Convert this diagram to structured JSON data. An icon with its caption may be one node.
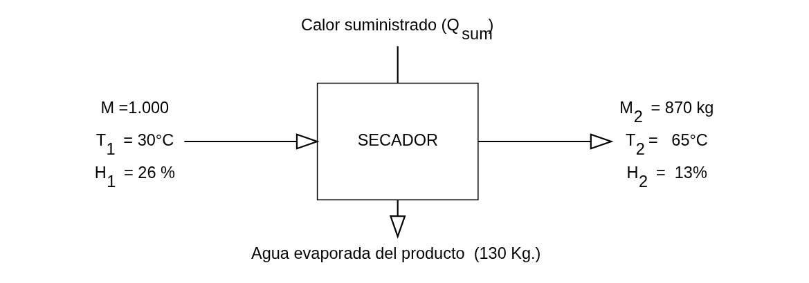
{
  "diagram": {
    "nodes": [
      {
        "text": [
          "M =1.000",
          "T$_{1}$  = 30°C",
          "H$_{1}$  = 26 %"
        ]
      },
      {
        "text": [
          "SECADOR"
        ]
      },
      {
        "text": [
          "M$_{2}$  = 870 kg",
          "T$_{2}$ =   65°C",
          "H$_{2}$  =  13%"
        ]
      },
      {
        "text": [
          "Agua evaporada del producto  (130 Kg.)"
        ]
      },
      {
        "text": [
          "Calor suministrado (Q$_{sum}$)"
        ]
      }
    ],
    "edges": [
      {
        "from": 0,
        "to": 1,
        "arrow": "to"
      },
      {
        "from": 1,
        "to": 2,
        "arrow": "to"
      },
      {
        "from": 1,
        "to": 3,
        "arrow": "to"
      },
      {
        "from": 4,
        "to": 1,
        "arrow": "none"
      }
    ]
  }
}
